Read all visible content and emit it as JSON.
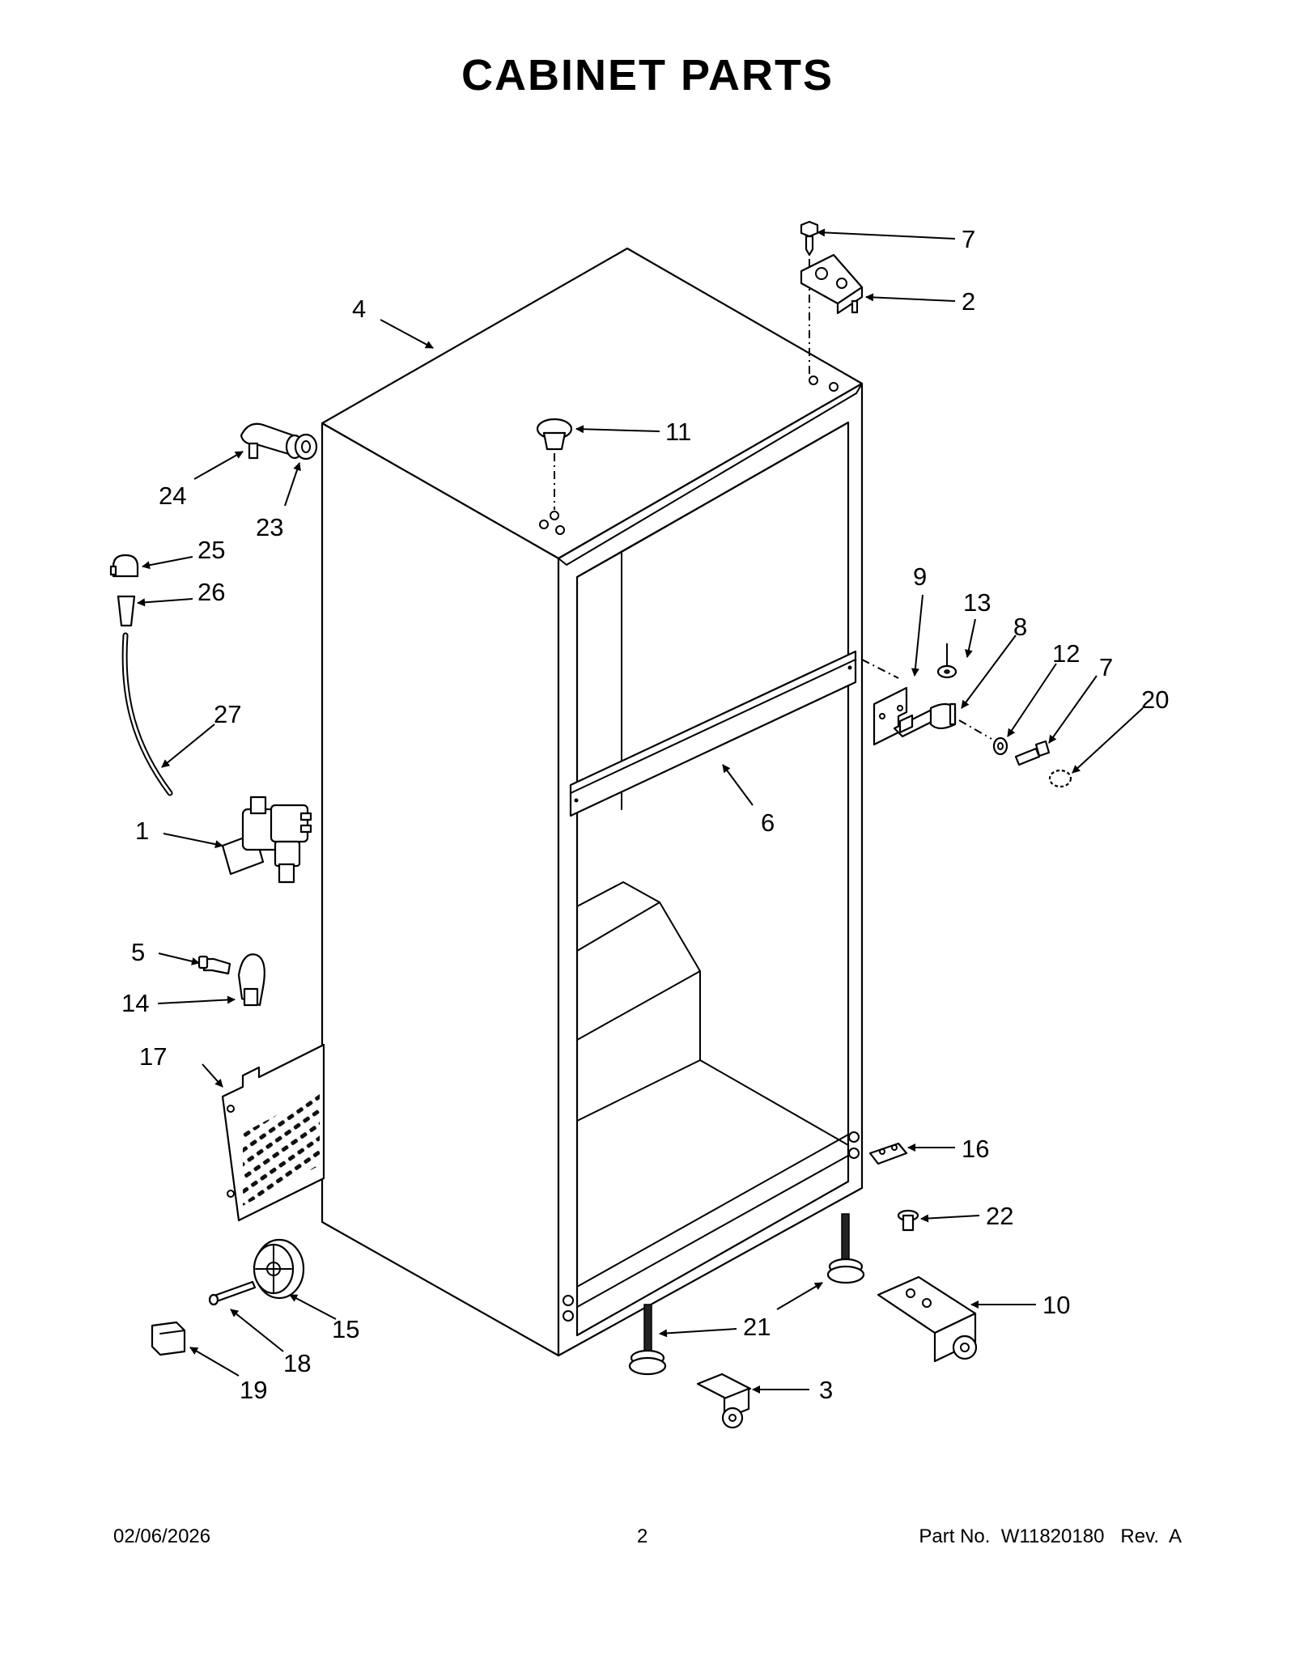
{
  "title": "CABINET PARTS",
  "callouts": [
    {
      "id": "c7a",
      "label": "7"
    },
    {
      "id": "c2",
      "label": "2"
    },
    {
      "id": "c4",
      "label": "4"
    },
    {
      "id": "c11",
      "label": "11"
    },
    {
      "id": "c24",
      "label": "24"
    },
    {
      "id": "c23",
      "label": "23"
    },
    {
      "id": "c25",
      "label": "25"
    },
    {
      "id": "c26",
      "label": "26"
    },
    {
      "id": "c27",
      "label": "27"
    },
    {
      "id": "c1",
      "label": "1"
    },
    {
      "id": "c5",
      "label": "5"
    },
    {
      "id": "c14",
      "label": "14"
    },
    {
      "id": "c17",
      "label": "17"
    },
    {
      "id": "c9",
      "label": "9"
    },
    {
      "id": "c13",
      "label": "13"
    },
    {
      "id": "c8",
      "label": "8"
    },
    {
      "id": "c12",
      "label": "12"
    },
    {
      "id": "c7b",
      "label": "7"
    },
    {
      "id": "c20",
      "label": "20"
    },
    {
      "id": "c6",
      "label": "6"
    },
    {
      "id": "c16",
      "label": "16"
    },
    {
      "id": "c22",
      "label": "22"
    },
    {
      "id": "c10",
      "label": "10"
    },
    {
      "id": "c21",
      "label": "21"
    },
    {
      "id": "c3",
      "label": "3"
    },
    {
      "id": "c15",
      "label": "15"
    },
    {
      "id": "c18",
      "label": "18"
    },
    {
      "id": "c19",
      "label": "19"
    }
  ],
  "footer": {
    "date": "02/06/2026",
    "page": "2",
    "part": "Part No.  W11820180   Rev.  A"
  }
}
